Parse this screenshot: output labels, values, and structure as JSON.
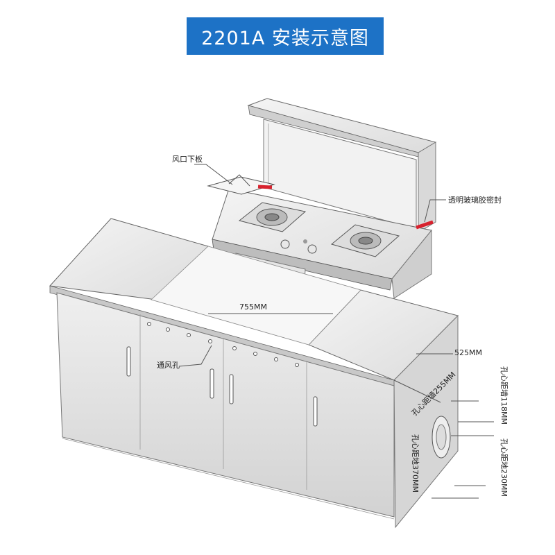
{
  "title": "2201A 安装示意图",
  "labels": {
    "vent_plate": "风口下板",
    "glass_seal": "透明玻璃胶密封",
    "width_755": "755MM",
    "depth_525": "525MM",
    "vent_hole": "通风孔",
    "hole_wall_255": "孔心距墙255MM",
    "hole_wall_118": "孔心距墙118MM",
    "hole_floor_370": "孔心距地370MM",
    "hole_floor_230": "孔心距地230MM"
  },
  "colors": {
    "title_bg": "#1d72c6",
    "seal_red": "#d8222e",
    "line": "#555555"
  }
}
